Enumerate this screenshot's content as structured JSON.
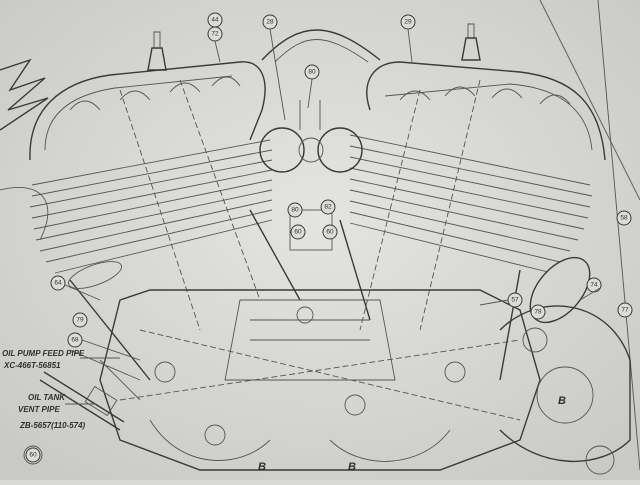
{
  "drawing": {
    "paper_color": "#d9d9d6",
    "ink_color": "#3a3a3a",
    "labels": {
      "oil_pump_feed_pipe": "OIL PUMP FEED PIPE",
      "oil_pump_feed_pipe_part": "XC-466T-56851",
      "oil_tank_line1": "OIL TANK",
      "oil_tank_line2": "VENT PIPE",
      "oil_tank_part": "ZB-5657(110-574)",
      "section_mark_b": "B"
    },
    "callouts": [
      "44",
      "72",
      "80",
      "80",
      "82",
      "60",
      "60",
      "64",
      "68",
      "79",
      "57",
      "78",
      "74",
      "77",
      "60",
      "58",
      "29",
      "28"
    ]
  }
}
